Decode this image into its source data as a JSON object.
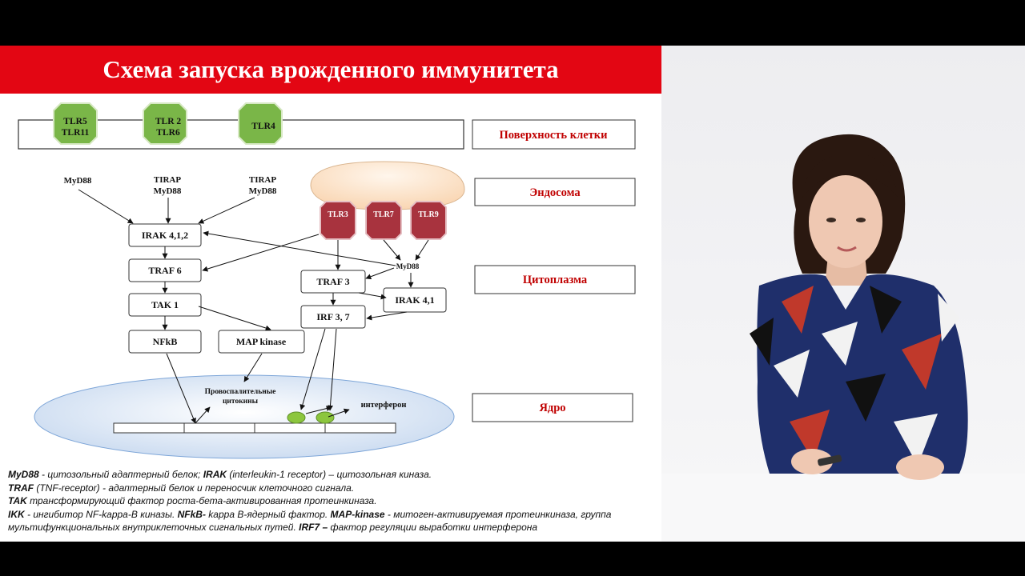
{
  "title": "Схема запуска врожденного иммунитета",
  "regions": {
    "surface": "Поверхность клетки",
    "endosome": "Эндосома",
    "cytoplasm": "Цитоплазма",
    "nucleus": "Ядро"
  },
  "receptors": {
    "tlr5_11": [
      "TLR5",
      "TLR11"
    ],
    "tlr2_6": [
      "TLR 2",
      "TLR6"
    ],
    "tlr4": "TLR4",
    "tlr3": "TLR3",
    "tlr7": "TLR7",
    "tlr9": "TLR9"
  },
  "adaptors": {
    "col1": "MyD88",
    "col2": [
      "TIRAP",
      "MyD88"
    ],
    "col3": [
      "TIRAP",
      "MyD88"
    ],
    "endosomal": "MyD88"
  },
  "nodes": {
    "irak412": "IRAK 4,1,2",
    "traf6": "TRAF 6",
    "tak1": "TAK 1",
    "nfkb": "NFkB",
    "map_kinase": "MAP kinase",
    "traf3": "TRAF 3",
    "irak41": "IRAK 4,1",
    "irf37": "IRF 3, 7"
  },
  "outputs": {
    "cytokines": [
      "Провоспалительные",
      "цитокины"
    ],
    "interferon": "интерферон"
  },
  "legend": [
    [
      {
        "t": "MyD88",
        "b": true
      },
      {
        "t": " - цитозольный адаптерный белок; "
      },
      {
        "t": "IRAK",
        "b": true
      },
      {
        "t": " (interleukin-1 receptor) – цитозольная киназа."
      }
    ],
    [
      {
        "t": "TRAF",
        "b": true
      },
      {
        "t": " (TNF-receptor) - адаптерный белок и переносчик клеточного сигнала."
      }
    ],
    [
      {
        "t": "TAK",
        "b": true
      },
      {
        "t": " трансформирующий фактор роста-бета-активированная протеинкиназа."
      }
    ],
    [
      {
        "t": "IKK",
        "b": true
      },
      {
        "t": " - ингибитор  NF-kappa-B киназы.  "
      },
      {
        "t": "NFkB-",
        "b": true
      },
      {
        "t": " kappa B-ядерный фактор. "
      },
      {
        "t": "MAP-kinase",
        "b": true
      },
      {
        "t": " - митоген-активируемая протеинкиназа, группа"
      }
    ],
    [
      {
        "t": "мультифункциональных внутриклеточных сигнальных путей. "
      },
      {
        "t": "IRF7 –",
        "b": true
      },
      {
        "t": " фактор регуляции выработки интерферона"
      }
    ]
  ],
  "colors": {
    "title_bg": "#e30613",
    "surface_tlr": "#7ab648",
    "endosome_tlr": "#a8333e",
    "label_red": "#c00000",
    "endosome_fill": "#fde6cf",
    "nucleus_fill": "#d9e5f3"
  }
}
